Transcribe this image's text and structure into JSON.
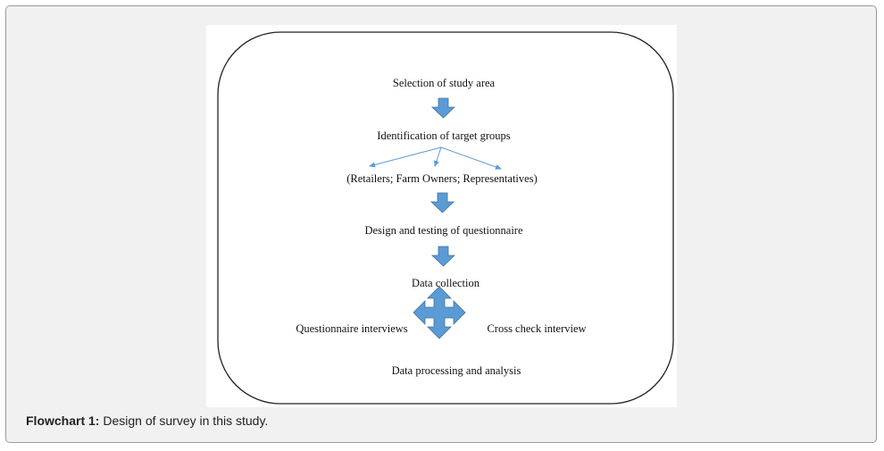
{
  "diagram": {
    "steps": {
      "selection": "Selection of study area",
      "identification": "Identification of target groups",
      "groups": "(Retailers; Farm Owners; Representatives)",
      "design": "Design and testing of questionnaire",
      "collection": "Data collection",
      "questionnaire": "Questionnaire interviews",
      "crosscheck": "Cross check interview",
      "processing": "Data processing and analysis"
    },
    "colors": {
      "arrow_fill": "#5b9bd5",
      "arrow_stroke": "#41719c",
      "thin_arrow": "#5b9bd5",
      "border": "#222222"
    }
  },
  "caption": {
    "label": "Flowchart 1:",
    "text": " Design of survey in this study."
  }
}
